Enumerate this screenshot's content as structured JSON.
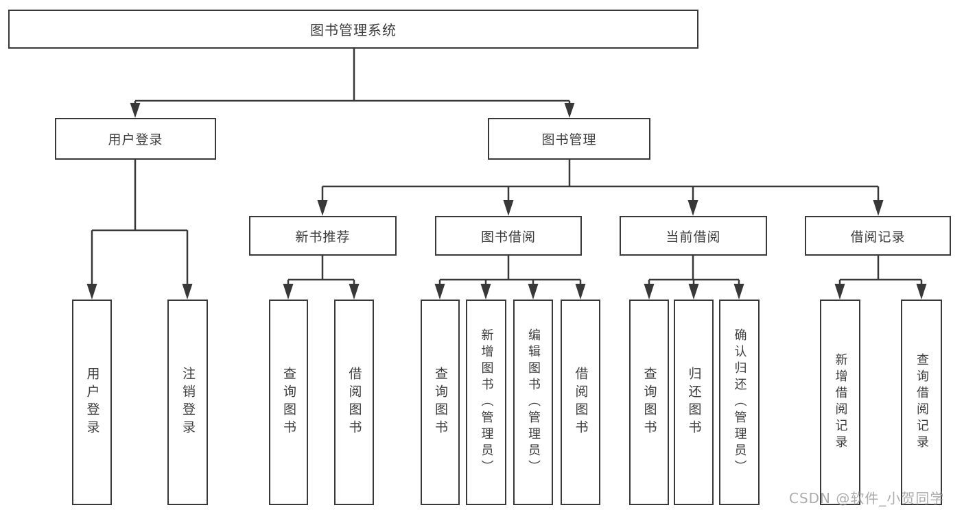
{
  "diagram": {
    "type": "tree-diagram",
    "colors": {
      "line": "#383838",
      "text": "#3d3d3d",
      "box_background": "#ffffff",
      "page_background": "#ffffff",
      "watermark": "#9e9e9e"
    },
    "tree": {
      "label": "图书管理系统",
      "children": [
        {
          "label": "用户登录",
          "children": [
            {
              "label": "用户登录"
            },
            {
              "label": "注销登录"
            }
          ]
        },
        {
          "label": "图书管理",
          "children": [
            {
              "label": "新书推荐",
              "children": [
                {
                  "label": "查询图书"
                },
                {
                  "label": "借阅图书"
                }
              ]
            },
            {
              "label": "图书借阅",
              "children": [
                {
                  "label": "查询图书"
                },
                {
                  "label": "新增图书（管理员）"
                },
                {
                  "label": "编辑图书（管理员）"
                },
                {
                  "label": "借阅图书"
                }
              ]
            },
            {
              "label": "当前借阅",
              "children": [
                {
                  "label": "查询图书"
                },
                {
                  "label": "归还图书"
                },
                {
                  "label": "确认归还（管理员）"
                }
              ]
            },
            {
              "label": "借阅记录",
              "children": [
                {
                  "label": "新增借阅记录"
                },
                {
                  "label": "查询借阅记录"
                }
              ]
            }
          ]
        }
      ]
    },
    "watermark": "CSDN @软件_小贺同学"
  }
}
